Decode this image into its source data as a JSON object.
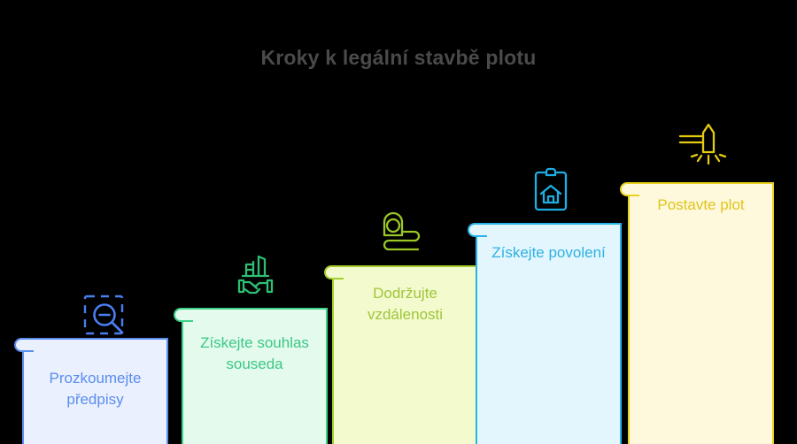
{
  "title": "Kroky k legální stavbě plotu",
  "theme": {
    "background": "#000000",
    "title_color": "#4a4a4a"
  },
  "steps": [
    {
      "index": 1,
      "label": "Prozkoumejte předpisy",
      "icon": "zoom-out-dashed-icon",
      "border_color": "#5b8def",
      "fill_color": "#eaf0fe",
      "text_color": "#5b8def",
      "icon_color": "#4a7ef0"
    },
    {
      "index": 2,
      "label": "Získejte souhlas souseda",
      "icon": "handshake-fence-icon",
      "border_color": "#3ed18a",
      "fill_color": "#e3faec",
      "text_color": "#3cc888",
      "icon_color": "#2fbf74"
    },
    {
      "index": 3,
      "label": "Dodržujte vzdálenosti",
      "icon": "measuring-tape-icon",
      "border_color": "#a5ce2c",
      "fill_color": "#f3facd",
      "text_color": "#a0c53c",
      "icon_color": "#9ac726"
    },
    {
      "index": 4,
      "label": "Získejte povolení",
      "icon": "permit-clipboard-house-icon",
      "border_color": "#26b4e8",
      "fill_color": "#e4f6fd",
      "text_color": "#2cb1e3",
      "icon_color": "#1eaee4"
    },
    {
      "index": 5,
      "label": "Postavte plot",
      "icon": "fence-post-hammering-icon",
      "border_color": "#e8d21e",
      "fill_color": "#fef8dc",
      "text_color": "#e0c61c",
      "icon_color": "#e5cb10"
    }
  ]
}
